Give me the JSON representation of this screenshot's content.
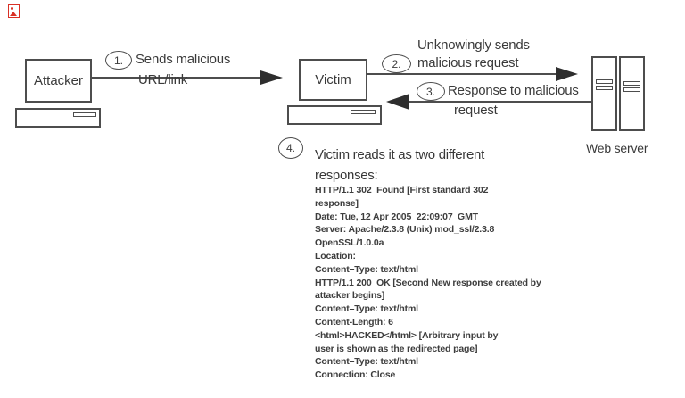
{
  "colors": {
    "line": "#4d4d4d",
    "arrowhead": "#2e2e2e",
    "text": "#3a3a3a",
    "broken_image_red": "#d93025"
  },
  "diagram": {
    "attacker_label": "Attacker",
    "victim_label": "Victim",
    "web_server_label": "Web server",
    "steps": [
      {
        "num": "1.",
        "line1": "Sends malicious",
        "line2": "URL/link"
      },
      {
        "num": "2.",
        "line1": "Unknowingly sends",
        "line2": "malicious request"
      },
      {
        "num": "3.",
        "line1": "Response to malicious",
        "line2": "request"
      },
      {
        "num": "4.",
        "line1": "Victim reads it as two different",
        "line2": "responses:"
      }
    ],
    "http_lines": [
      "HTTP/1.1 302  Found [First standard 302",
      "response]",
      "Date: Tue, 12 Apr 2005  22:09:07  GMT",
      "Server: Apache/2.3.8 (Unix) mod_ssl/2.3.8",
      "OpenSSL/1.0.0a",
      "Location:",
      "Content–Type: text/html",
      "HTTP/1.1 200  OK [Second New response created by",
      "attacker begins]",
      "Content–Type: text/html",
      "Content-Length: 6",
      "<html>HACKED</html> [Arbitrary input by",
      "user is shown as the redirected page]",
      "Content–Type: text/html",
      "Connection: Close"
    ]
  }
}
